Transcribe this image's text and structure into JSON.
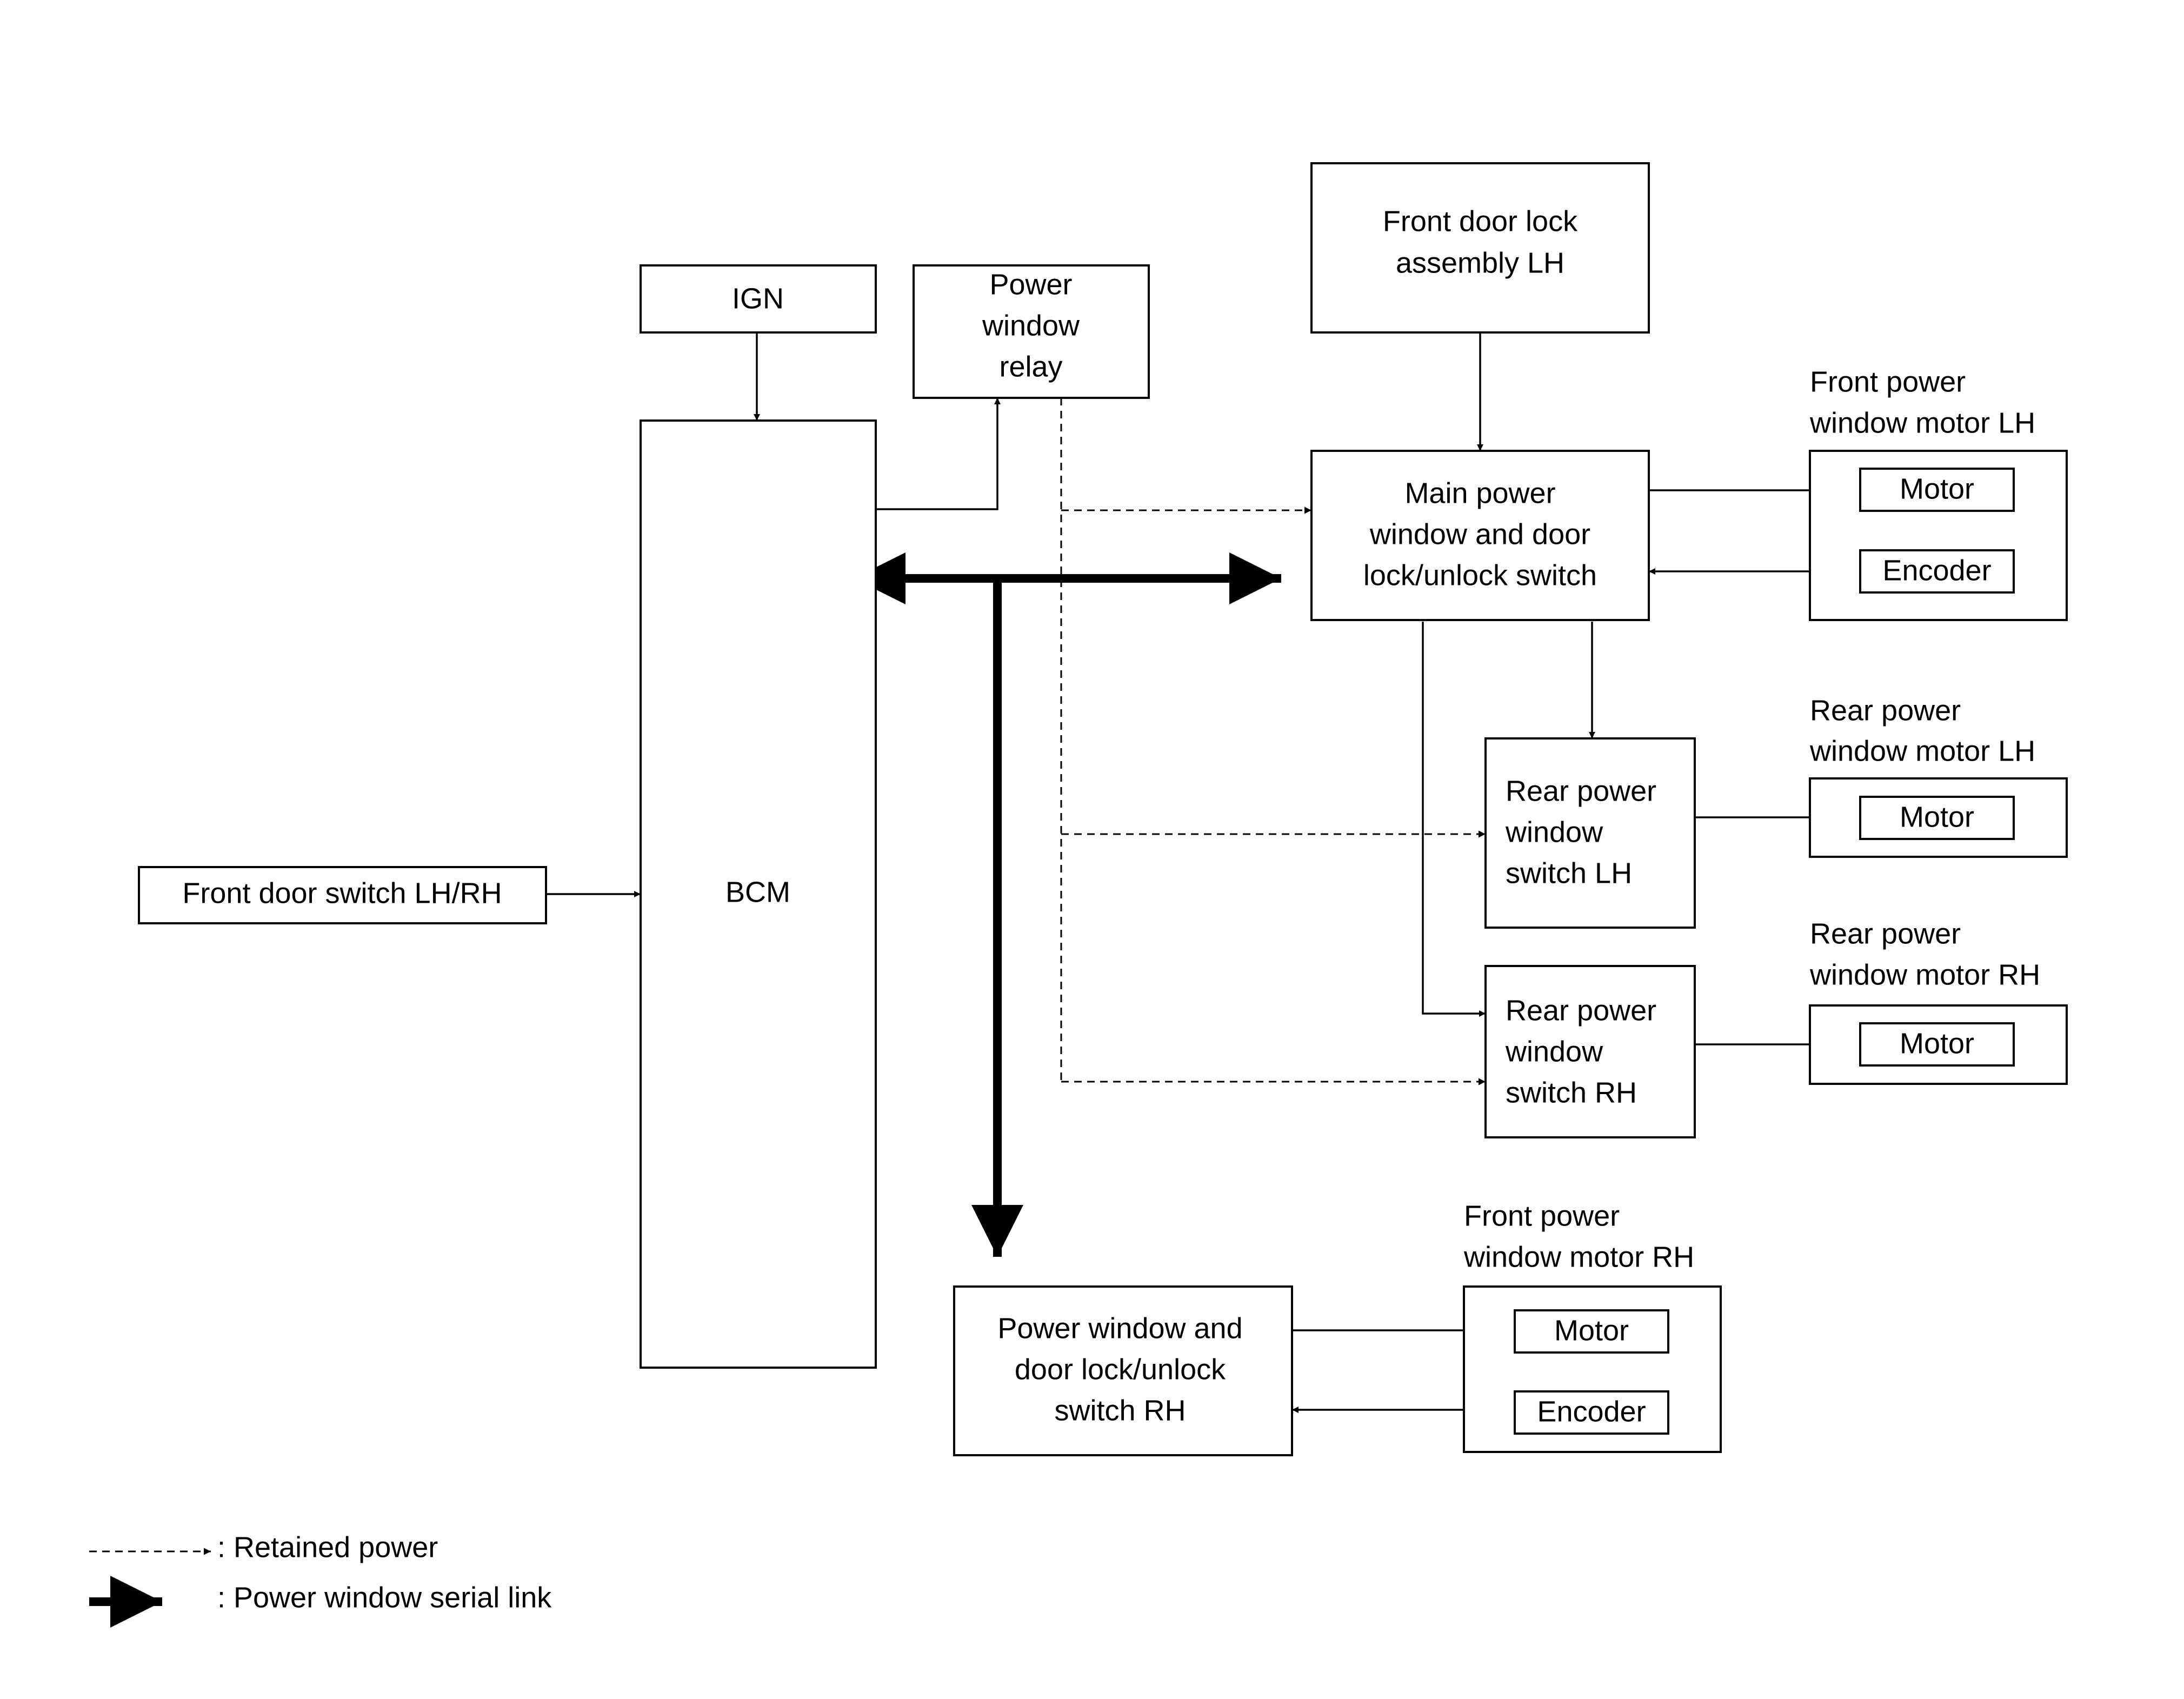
{
  "blocks": {
    "ign": "IGN",
    "relay": [
      "Power",
      "window",
      "relay"
    ],
    "front_door_lock": [
      "Front door lock",
      "assembly LH"
    ],
    "bcm": "BCM",
    "front_door_switch": "Front door switch LH/RH",
    "main_switch": [
      "Main power",
      "window and door",
      "lock/unlock switch"
    ],
    "rear_lh_switch": [
      "Rear power",
      "window",
      "switch LH"
    ],
    "rear_rh_switch": [
      "Rear power",
      "window",
      "switch RH"
    ],
    "rh_switch": [
      "Power window and",
      "door lock/unlock",
      "switch RH"
    ]
  },
  "motors": {
    "front_lh": {
      "title": [
        "Front power",
        "window motor LH"
      ],
      "motor": "Motor",
      "encoder": "Encoder"
    },
    "rear_lh": {
      "title": [
        "Rear power",
        "window motor LH"
      ],
      "motor": "Motor"
    },
    "rear_rh": {
      "title": [
        "Rear power",
        "window motor RH"
      ],
      "motor": "Motor"
    },
    "front_rh": {
      "title": [
        "Front power",
        "window motor RH"
      ],
      "motor": "Motor",
      "encoder": "Encoder"
    }
  },
  "legend": {
    "retained_power": ": Retained power",
    "serial_link": ": Power window serial link"
  }
}
